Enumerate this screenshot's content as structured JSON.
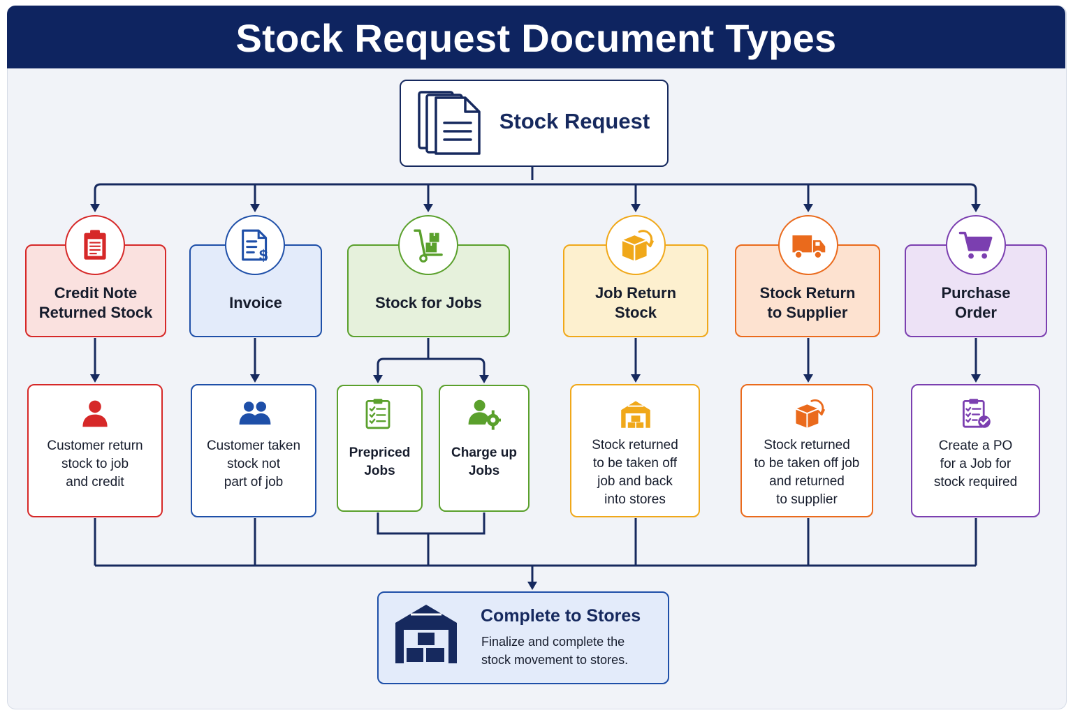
{
  "title": "Stock Request Document Types",
  "root": {
    "label": "Stock Request",
    "icon": "documents-icon"
  },
  "colors": {
    "header": "#0e2460",
    "connector": "#16295e",
    "credit_note": "#d62828",
    "invoice": "#1e4fa8",
    "stock_for_jobs": "#5aa02c",
    "job_return": "#f0a81a",
    "supplier_return": "#ea6a1c",
    "purchase_order": "#7b3fb0"
  },
  "categories": [
    {
      "key": "credit_note",
      "label": "Credit Note\nReturned Stock",
      "icon": "clipboard-icon",
      "detail": {
        "icon": "person-icon",
        "text": "Customer return\nstock to job\nand credit"
      }
    },
    {
      "key": "invoice",
      "label": "Invoice",
      "icon": "invoice-dollar-icon",
      "detail": {
        "icon": "people-icon",
        "text": "Customer taken\nstock not\npart of job"
      }
    },
    {
      "key": "stock_for_jobs",
      "label": "Stock for Jobs",
      "icon": "hand-truck-icon",
      "subs": [
        {
          "icon": "checklist-icon",
          "text": "Prepriced\nJobs"
        },
        {
          "icon": "user-gear-icon",
          "text": "Charge up\nJobs"
        }
      ]
    },
    {
      "key": "job_return",
      "label": "Job Return\nStock",
      "icon": "box-return-icon",
      "detail": {
        "icon": "warehouse-icon",
        "text": "Stock returned\nto be taken off\njob and back\ninto stores"
      }
    },
    {
      "key": "supplier_return",
      "label": "Stock Return\nto Supplier",
      "icon": "truck-icon",
      "detail": {
        "icon": "box-return-icon",
        "text": "Stock returned\nto be taken off job\nand returned\nto supplier"
      }
    },
    {
      "key": "purchase_order",
      "label": "Purchase\nOrder",
      "icon": "cart-icon",
      "detail": {
        "icon": "clipboard-check-icon",
        "text": "Create a PO\nfor a Job for\nstock required"
      }
    }
  ],
  "final": {
    "title": "Complete to Stores",
    "text": "Finalize and complete the\nstock movement to stores.",
    "icon": "warehouse-icon"
  }
}
